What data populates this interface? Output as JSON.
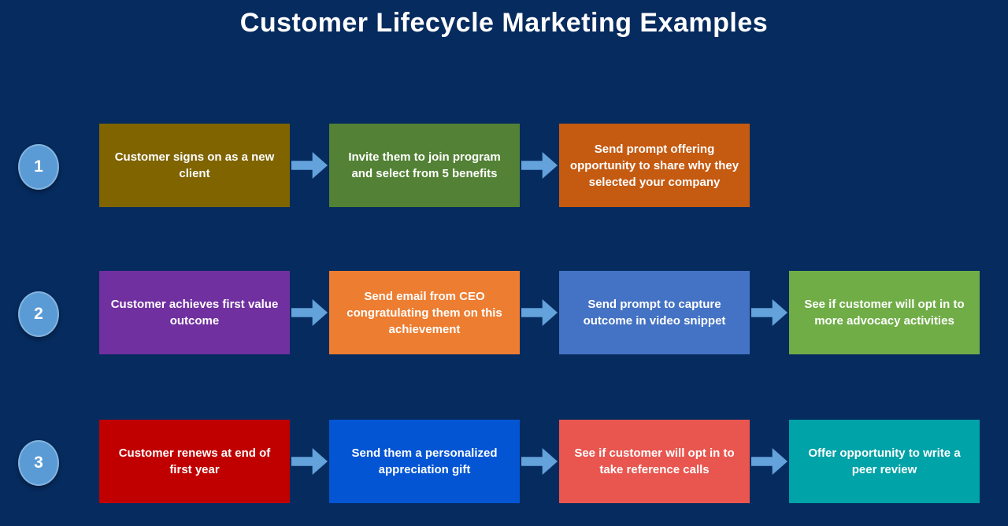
{
  "title": "Customer Lifecycle Marketing Examples",
  "colors": {
    "background": "#062B5E",
    "arrow": "#63A2DB",
    "badge_fill": "#5B9BD5",
    "text": "#FFFFFF"
  },
  "rows": [
    {
      "number": "1",
      "steps": [
        {
          "text": "Customer signs on as a new client",
          "color": "#7F6400"
        },
        {
          "text": "Invite them to join program and select from 5 benefits",
          "color": "#538135"
        },
        {
          "text": "Send prompt offering opportunity to share why they selected your company",
          "color": "#C55A11"
        }
      ]
    },
    {
      "number": "2",
      "steps": [
        {
          "text": "Customer achieves first value outcome",
          "color": "#7030A0"
        },
        {
          "text": "Send email from CEO congratulating them on this achievement",
          "color": "#ED7D31"
        },
        {
          "text": "Send prompt to capture outcome in video snippet",
          "color": "#4472C4"
        },
        {
          "text": "See if customer will opt in to more advocacy activities",
          "color": "#70AD47"
        }
      ]
    },
    {
      "number": "3",
      "steps": [
        {
          "text": "Customer renews at end of first year",
          "color": "#C00000"
        },
        {
          "text": "Send them a personalized appreciation gift",
          "color": "#0455D4"
        },
        {
          "text": "See if customer will opt in to take reference calls",
          "color": "#E8564F"
        },
        {
          "text": "Offer opportunity to write a peer review",
          "color": "#00A3A8"
        }
      ]
    }
  ]
}
